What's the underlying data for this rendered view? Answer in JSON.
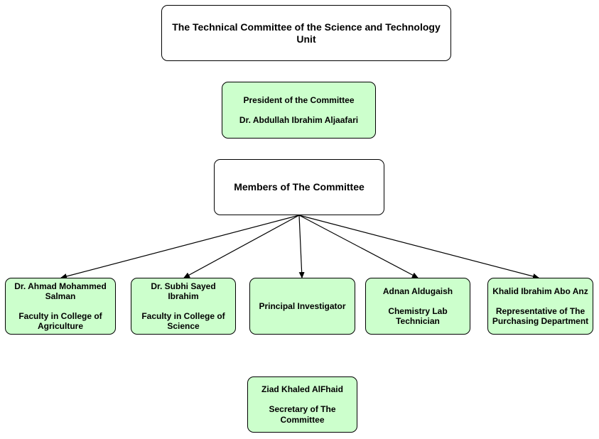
{
  "title": "The Technical Committee of the Science and Technology Unit",
  "president": {
    "role": "President of the Committee",
    "name": "Dr. Abdullah Ibrahim Aljaafari"
  },
  "members_header": "Members of The Committee",
  "members": [
    {
      "name": "Dr. Ahmad Mohammed Salman",
      "role": "Faculty in College of Agriculture"
    },
    {
      "name": "Dr. Subhi Sayed Ibrahim",
      "role": "Faculty in College of Science"
    },
    {
      "name": "Principal Investigator",
      "role": ""
    },
    {
      "name": "Adnan Aldugaish",
      "role": "Chemistry Lab Technician"
    },
    {
      "name": "Khalid Ibrahim Abo Anz",
      "role": "Representative of The Purchasing Department"
    }
  ],
  "secretary": {
    "name": "Ziad Khaled AlFhaid",
    "role": "Secretary of The Committee"
  },
  "colors": {
    "node_fill": "#ccffcc",
    "header_fill": "#ffffff",
    "stroke": "#000000"
  }
}
